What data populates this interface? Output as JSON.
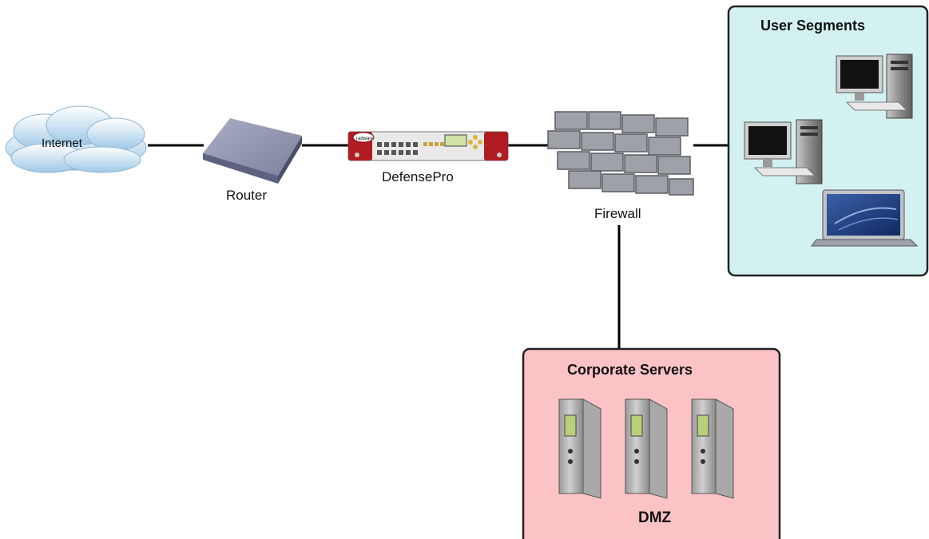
{
  "nodes": {
    "internet": {
      "label": "Internet",
      "icon": "cloud-icon"
    },
    "router": {
      "label": "Router",
      "icon": "router-icon"
    },
    "defensepro": {
      "label": "DefensePro",
      "icon": "appliance-icon",
      "logo_text": "radware"
    },
    "firewall": {
      "label": "Firewall",
      "icon": "brick-wall-icon"
    }
  },
  "groups": {
    "user_segments": {
      "title": "User Segments",
      "color": "#d4f1f1",
      "icons": [
        "desktop-computer-icon",
        "desktop-computer-icon",
        "laptop-icon"
      ]
    },
    "corporate_servers": {
      "title": "Corporate Servers",
      "footer": "DMZ",
      "color": "#fbc3c5",
      "icons": [
        "server-tower-icon",
        "server-tower-icon",
        "server-tower-icon"
      ]
    }
  },
  "colors": {
    "link": "#000000",
    "box_border": "#222222"
  }
}
